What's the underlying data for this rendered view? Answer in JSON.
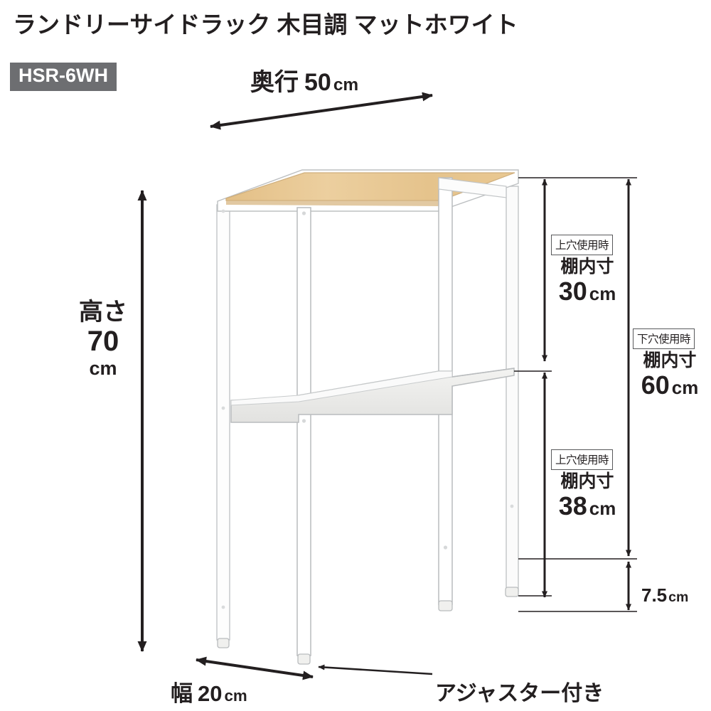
{
  "header": {
    "title": "ランドリーサイドラック 木目調 マットホワイト",
    "sku": "HSR-6WH"
  },
  "dimensions": {
    "depth": {
      "label": "奥行",
      "value": "50",
      "unit": "cm"
    },
    "width": {
      "label": "幅",
      "value": "20",
      "unit": "cm"
    },
    "height": {
      "label": "高さ",
      "value": "70",
      "unit": "cm"
    },
    "upper_shelf": {
      "note": "上穴使用時",
      "name": "棚内寸",
      "value": "30",
      "unit": "cm"
    },
    "lower_shelf": {
      "note": "上穴使用時",
      "name": "棚内寸",
      "value": "38",
      "unit": "cm"
    },
    "full_inner": {
      "note": "下穴使用時",
      "name": "棚内寸",
      "value": "60",
      "unit": "cm"
    },
    "clearance": {
      "value": "7.5",
      "unit": "cm"
    }
  },
  "annotations": {
    "adjuster": "アジャスター付き"
  },
  "colors": {
    "wood_top": "#e8c896",
    "wood_top_edge": "#d2ad76",
    "frame_white": "#ffffff",
    "frame_outline": "#b9bcbe",
    "badge_bg": "#6d6e71",
    "text": "#231f20",
    "arrow": "#231f20",
    "note_border": "#58595b"
  }
}
